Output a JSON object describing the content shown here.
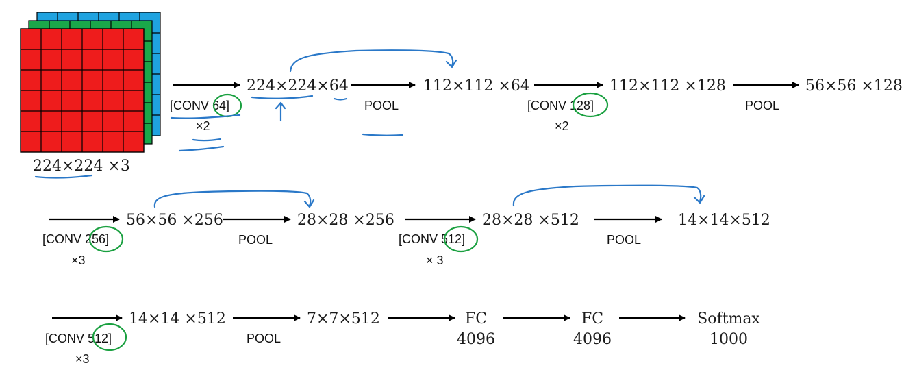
{
  "input": {
    "label": "224×224 ×3",
    "layer_colors": [
      "#1fa3e0",
      "#1aa84a",
      "#ee1c1c"
    ]
  },
  "row1": {
    "conv1_label": "[CONV 64]",
    "conv1_repeat": "×2",
    "out1": "224×224×64",
    "pool1": "POOL",
    "out2": "112×112 ×64",
    "conv2_label": "[CONV 128]",
    "conv2_repeat": "×2",
    "out3": "112×112 ×128",
    "pool2": "POOL",
    "out4": "56×56 ×128"
  },
  "row2": {
    "conv3_label": "[CONV 256]",
    "conv3_repeat": "×3",
    "out1": "56×56 ×256",
    "pool3": "POOL",
    "out2": "28×28 ×256",
    "conv4_label": "[CONV 512]",
    "conv4_repeat": "× 3",
    "out3": "28×28 ×512",
    "pool4": "POOL",
    "out4": "14×14×512"
  },
  "row3": {
    "conv5_label": "[CONV 512]",
    "conv5_repeat": "×3",
    "out1": "14×14 ×512",
    "pool5": "POOL",
    "out2": "7×7×512",
    "fc1_label": "FC",
    "fc1_units": "4096",
    "fc2_label": "FC",
    "fc2_units": "4096",
    "softmax_label": "Softmax",
    "softmax_units": "1000"
  },
  "colors": {
    "annotation_blue": "#2a78c8",
    "annotation_green": "#1aa040"
  }
}
